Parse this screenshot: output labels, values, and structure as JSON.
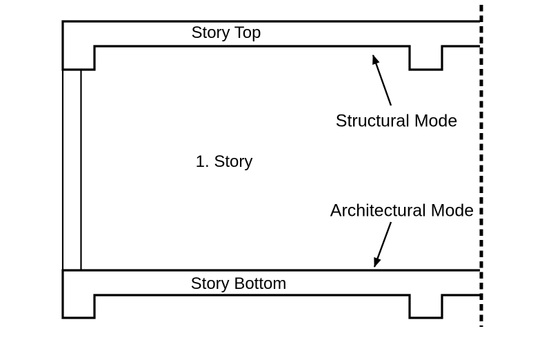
{
  "diagram": {
    "type": "building-story-section-diagram",
    "colors": {
      "background": "#ffffff",
      "line": "#000000",
      "text": "#000000"
    },
    "labels": {
      "story_top": "Story Top",
      "story_name": "1. Story",
      "structural_mode": "Structural Mode",
      "architectural_mode": "Architectural Mode",
      "story_bottom": "Story Bottom"
    }
  }
}
